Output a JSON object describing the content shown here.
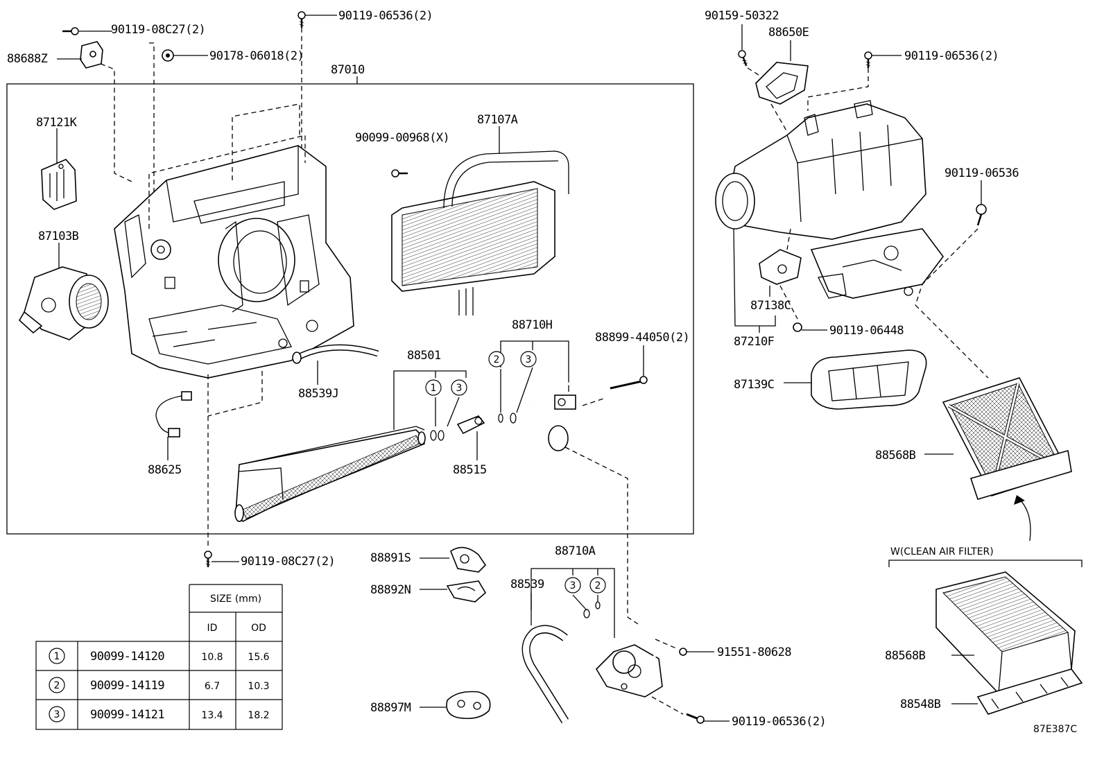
{
  "diagram_id": "87E387C",
  "assembly_label": "87010",
  "option_label": "W(CLEAN AIR FILTER)",
  "parts": {
    "p88688Z": "88688Z",
    "p90119_08C27_a": "90119-08C27(2)",
    "p90119_06536_top": "90119-06536(2)",
    "p90178": "90178-06018(2)",
    "p87121K": "87121K",
    "p87103B": "87103B",
    "p90099_00968": "90099-00968(X)",
    "p87107A": "87107A",
    "p88539J": "88539J",
    "p88625": "88625",
    "p88501": "88501",
    "p88515": "88515",
    "p88710H": "88710H",
    "p88899": "88899-44050(2)",
    "p90119_08C27_b": "90119-08C27(2)",
    "p88891S": "88891S",
    "p88892N": "88892N",
    "p88897M": "88897M",
    "p88710A": "88710A",
    "p88539": "88539",
    "p91551": "91551-80628",
    "p90119_06536_bot": "90119-06536(2)",
    "p90159": "90159-50322",
    "p88650E": "88650E",
    "p90119_06536_r1": "90119-06536(2)",
    "p90119_06536_r2": "90119-06536",
    "p87138C": "87138C",
    "p90119_06448": "90119-06448",
    "p87210F": "87210F",
    "p87139C": "87139C",
    "p88568B_a": "88568B",
    "p88568B_b": "88568B",
    "p88548B": "88548B"
  },
  "callouts": {
    "c88501": [
      "1",
      "3"
    ],
    "c88710H": [
      "2",
      "3"
    ],
    "c88710A": [
      "3",
      "2"
    ]
  },
  "size_table": {
    "header": "SIZE (mm)",
    "columns": [
      "ID",
      "OD"
    ],
    "rows": [
      {
        "no": "1",
        "part": "90099-14120",
        "id": "10.8",
        "od": "15.6"
      },
      {
        "no": "2",
        "part": "90099-14119",
        "id": "6.7",
        "od": "10.3"
      },
      {
        "no": "3",
        "part": "90099-14121",
        "id": "13.4",
        "od": "18.2"
      }
    ]
  }
}
